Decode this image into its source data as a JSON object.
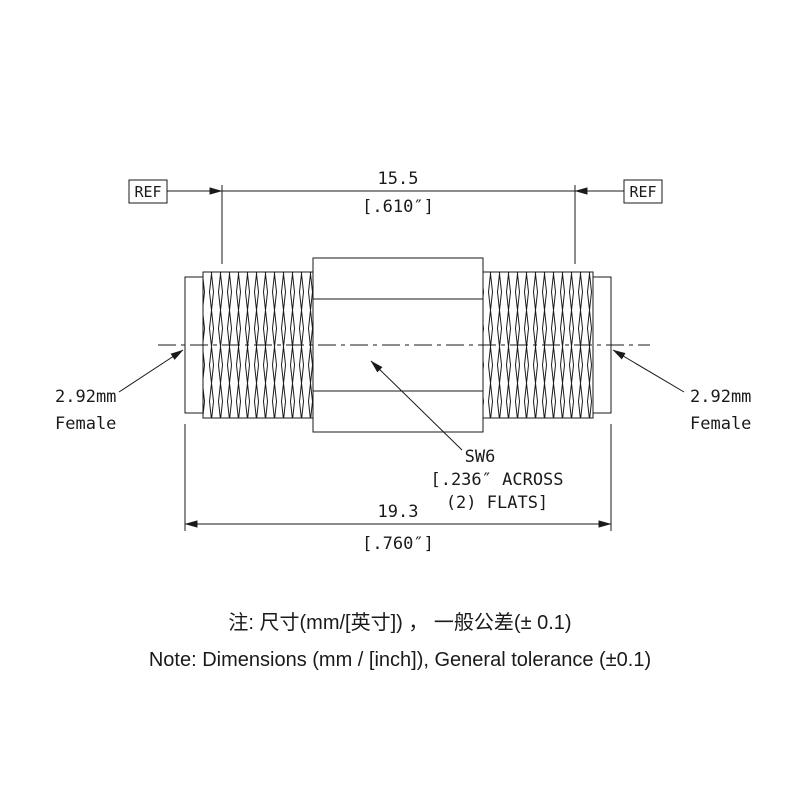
{
  "drawing": {
    "ref_left": "REF",
    "ref_right": "REF",
    "dim_top_mm": "15.5",
    "dim_top_inch": "[.610″]",
    "dim_overall_mm": "19.3",
    "dim_overall_inch": "[.760″]",
    "label_left_line1": "2.92mm",
    "label_left_line2": "Female",
    "label_right_line1": "2.92mm",
    "label_right_line2": "Female",
    "hex_callout_line1": "SW6",
    "hex_callout_line2": "[.236″ ACROSS",
    "hex_callout_line3": "(2) FLATS]"
  },
  "notes": {
    "zh": "注: 尺寸(mm/[英寸]) ， 一般公差(± 0.1)",
    "en": "Note: Dimensions (mm / [inch]), General tolerance (±0.1)"
  },
  "colors": {
    "line": "#1a1a1a",
    "background": "#ffffff"
  }
}
